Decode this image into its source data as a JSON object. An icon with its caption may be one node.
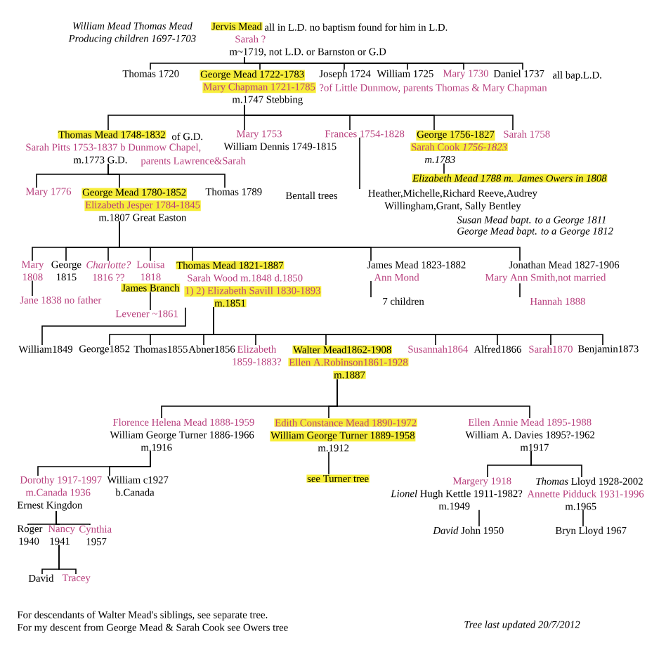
{
  "diagram": {
    "nodes": [
      {
        "text": [
          "Jervis Mead",
          "Sarah ?",
          "m~1719, not L.D. or Barnston or G.D"
        ],
        "beside": [
          "all in L.D. no baptism found for him in L.D."
        ]
      },
      {
        "text": [
          "Thomas 1720"
        ]
      },
      {
        "text": [
          "George Mead 1722-1783",
          "Mary Chapman 1721-1785",
          "m.1747 Stebbing"
        ],
        "beside": [
          "?of Little Dunmow, parents Thomas & Mary Chapman"
        ]
      },
      {
        "text": [
          "Joseph 1724"
        ]
      },
      {
        "text": [
          "William 1725"
        ]
      },
      {
        "text": [
          "Mary 1730"
        ]
      },
      {
        "text": [
          "Daniel 1737"
        ]
      },
      {
        "text": [
          "Thomas Mead 1748-1832",
          "Sarah Pitts 1753-1837 b Dunmow Chapel,",
          "m.1773 G.D."
        ],
        "beside": [
          "of G.D."
        ]
      },
      {
        "text": [
          "Mary 1753",
          "William Dennis 1749-1815"
        ]
      },
      {
        "text": [
          "Frances 1754-1828"
        ]
      },
      {
        "text": [
          "George 1756-1827",
          "Sarah Cook *1756-1823*",
          "m.1783"
        ]
      },
      {
        "text": [
          "Sarah 1758"
        ]
      },
      {
        "text": [
          "Heather,Michelle,Richard Reeve,Audrey Willingham,Grant, Sally Bentley"
        ],
        "beside": [
          "Bentall trees"
        ]
      },
      {
        "text": [
          "Elizabeth Mead 1788 m. James Owers in 1808"
        ]
      },
      {
        "text": [
          "Mary 1776"
        ]
      },
      {
        "text": [
          "George Mead 1780-1852",
          "Elizabeth Jesper 1784-1845",
          "m.1807 Great Easton"
        ]
      },
      {
        "text": [
          "Thomas 1789"
        ]
      },
      {
        "text": [
          "Mary 1808"
        ]
      },
      {
        "text": [
          "George 1815"
        ]
      },
      {
        "text": [
          "*Charlotte?* 1816 ??"
        ]
      },
      {
        "text": [
          "Louisa 1818"
        ]
      },
      {
        "text": [
          "Thomas Mead 1821-1887",
          "Sarah Wood m.1848 d.1850",
          "1) 2) Elizabeth Savill 1830-1893",
          "m.1851"
        ]
      },
      {
        "text": [
          "James Branch"
        ]
      },
      {
        "text": [
          "Levener ~1861"
        ]
      },
      {
        "text": [
          "Jane 1838 no father"
        ]
      },
      {
        "text": [
          "James Mead 1823-1882",
          "Ann Mond"
        ]
      },
      {
        "text": [
          "7 children"
        ]
      },
      {
        "text": [
          "Jonathan Mead 1827-1906",
          "Mary Ann Smith,not married"
        ]
      },
      {
        "text": [
          "Hannah 1888"
        ]
      },
      {
        "text": [
          "William1849"
        ]
      },
      {
        "text": [
          "George1852"
        ]
      },
      {
        "text": [
          "Thomas1855"
        ]
      },
      {
        "text": [
          "Abner1856"
        ]
      },
      {
        "text": [
          "Elizabeth 1859-1883?"
        ]
      },
      {
        "text": [
          "Walter Mead1862-1908",
          "Ellen A.Robinson1861-1928",
          "m.1887"
        ]
      },
      {
        "text": [
          "Susannah1864"
        ]
      },
      {
        "text": [
          "Alfred1866"
        ]
      },
      {
        "text": [
          "Sarah1870"
        ]
      },
      {
        "text": [
          "Benjamin1873"
        ]
      },
      {
        "text": [
          "Florence Helena Mead 1888-1959",
          "William George Turner 1886-1966",
          "m.1916"
        ]
      },
      {
        "text": [
          "Edith Constance Mead 1890-1972",
          "William George Turner 1889-1958",
          "m.1912"
        ]
      },
      {
        "text": [
          "Ellen Annie Mead 1895-1988",
          "William A. Davies 1895?-1962",
          "m1917"
        ]
      },
      {
        "text": [
          "Dorothy 1917-1997",
          "m.Canada 1936",
          "Ernest Kingdon"
        ]
      },
      {
        "text": [
          "William c1927",
          "b.Canada"
        ]
      },
      {
        "text": [
          "Roger",
          "1940"
        ]
      },
      {
        "text": [
          "Nancy",
          "1941"
        ]
      },
      {
        "text": [
          "Cynthia",
          "1957"
        ]
      },
      {
        "text": [
          "David"
        ]
      },
      {
        "text": [
          "Tracey"
        ]
      },
      {
        "text": [
          "see Turner tree"
        ]
      },
      {
        "text": [
          "Margery 1918",
          "*Lionel* Hugh Kettle 1911-1982?",
          "m.1949"
        ]
      },
      {
        "text": [
          "*Thomas* Lloyd 1928-2002",
          "Annette Pidduck 1931-1996",
          "m.1965"
        ]
      },
      {
        "text": [
          "*David* John 1950"
        ]
      },
      {
        "text": [
          "Bryn Lloyd 1967"
        ]
      }
    ],
    "edges": [
      {
        "from": 0,
        "to": 1,
        "arrow": "none"
      },
      {
        "from": 0,
        "to": 2,
        "arrow": "none"
      },
      {
        "from": 0,
        "to": 3,
        "arrow": "none"
      },
      {
        "from": 0,
        "to": 4,
        "arrow": "none"
      },
      {
        "from": 0,
        "to": 5,
        "arrow": "none"
      },
      {
        "from": 0,
        "to": 6,
        "arrow": "none"
      },
      {
        "from": 2,
        "to": 7,
        "arrow": "none"
      },
      {
        "from": 2,
        "to": 8,
        "arrow": "none"
      },
      {
        "from": 2,
        "to": 9,
        "arrow": "none"
      },
      {
        "from": 2,
        "to": 10,
        "arrow": "none"
      },
      {
        "from": 2,
        "to": 11,
        "arrow": "none"
      },
      {
        "from": 9,
        "to": 12,
        "arrow": "none"
      },
      {
        "from": 10,
        "to": 13,
        "arrow": "none"
      },
      {
        "from": 7,
        "to": 14,
        "arrow": "none"
      },
      {
        "from": 7,
        "to": 15,
        "arrow": "none"
      },
      {
        "from": 7,
        "to": 16,
        "arrow": "none"
      },
      {
        "from": 15,
        "to": 17,
        "arrow": "none"
      },
      {
        "from": 15,
        "to": 18,
        "arrow": "none"
      },
      {
        "from": 15,
        "to": 19,
        "arrow": "none"
      },
      {
        "from": 15,
        "to": 20,
        "arrow": "none"
      },
      {
        "from": 15,
        "to": 21,
        "arrow": "none"
      },
      {
        "from": 15,
        "to": 25,
        "arrow": "none"
      },
      {
        "from": 15,
        "to": 27,
        "arrow": "none"
      },
      {
        "from": 17,
        "to": 24,
        "arrow": "none"
      },
      {
        "from": 22,
        "to": 23,
        "arrow": "none"
      },
      {
        "from": 25,
        "to": 26,
        "arrow": "none"
      },
      {
        "from": 27,
        "to": 28,
        "arrow": "none"
      },
      {
        "from": 21,
        "to": 29,
        "arrow": "none"
      },
      {
        "from": 21,
        "to": 30,
        "arrow": "none"
      },
      {
        "from": 21,
        "to": 31,
        "arrow": "none"
      },
      {
        "from": 21,
        "to": 32,
        "arrow": "none"
      },
      {
        "from": 21,
        "to": 33,
        "arrow": "none"
      },
      {
        "from": 21,
        "to": 34,
        "arrow": "none"
      },
      {
        "from": 21,
        "to": 35,
        "arrow": "none"
      },
      {
        "from": 21,
        "to": 36,
        "arrow": "none"
      },
      {
        "from": 21,
        "to": 37,
        "arrow": "none"
      },
      {
        "from": 21,
        "to": 38,
        "arrow": "none"
      },
      {
        "from": 34,
        "to": 39,
        "arrow": "none"
      },
      {
        "from": 34,
        "to": 40,
        "arrow": "none"
      },
      {
        "from": 34,
        "to": 41,
        "arrow": "none"
      },
      {
        "from": 39,
        "to": 42,
        "arrow": "none"
      },
      {
        "from": 39,
        "to": 43,
        "arrow": "none"
      },
      {
        "from": 40,
        "to": 49,
        "arrow": "none"
      },
      {
        "from": 41,
        "to": 50,
        "arrow": "none"
      },
      {
        "from": 41,
        "to": 51,
        "arrow": "none"
      },
      {
        "from": 42,
        "to": 44,
        "arrow": "none"
      },
      {
        "from": 42,
        "to": 45,
        "arrow": "none"
      },
      {
        "from": 42,
        "to": 46,
        "arrow": "none"
      },
      {
        "from": 45,
        "to": 47,
        "arrow": "none"
      },
      {
        "from": 45,
        "to": 48,
        "arrow": "none"
      },
      {
        "from": 50,
        "to": 52,
        "arrow": "none"
      },
      {
        "from": 51,
        "to": 53,
        "arrow": "none"
      }
    ],
    "labels": [
      "William Mead Thomas Mead Producing children 1697-1703",
      "all bap.L.D.",
      "parents Lawrence&Sarah",
      "Susan Mead bapt. to a George 1811",
      "George Mead bapt. to a George 1812",
      "For descendants of Walter Mead's siblings, see separate tree.",
      "For my descent from George Mead & Sarah Cook see Owers tree",
      "Tree last updated 20/7/2012"
    ]
  }
}
